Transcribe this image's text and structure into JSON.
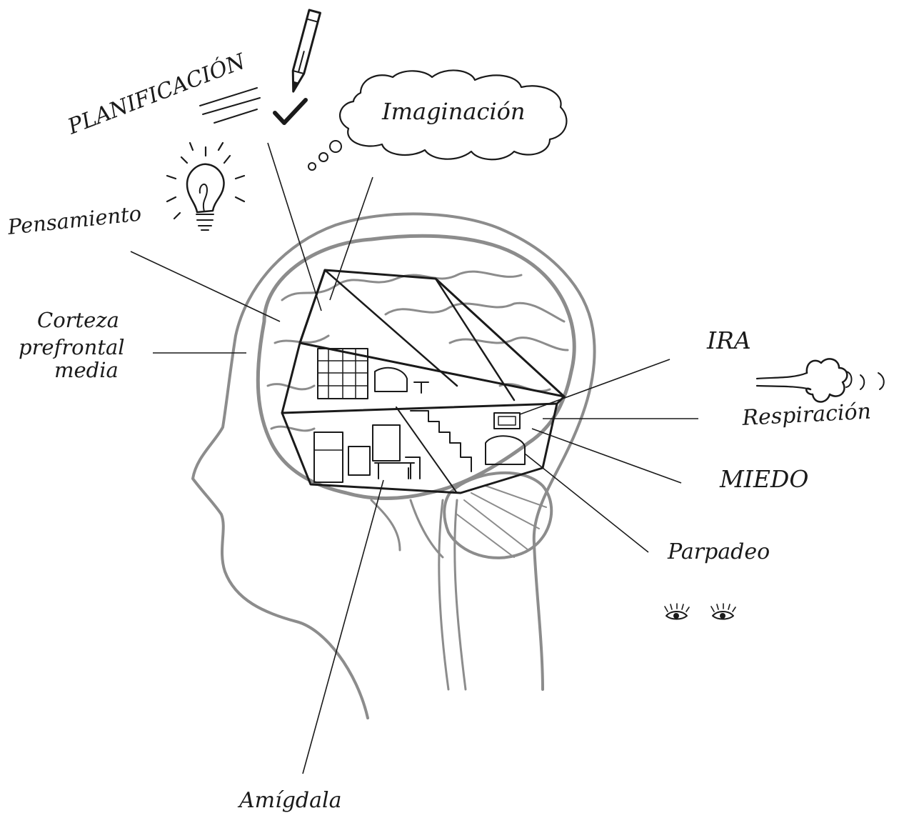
{
  "labels": {
    "planificacion": "PLANIFICACIÓN",
    "imaginacion": "Imaginación",
    "pensamiento": "Pensamiento",
    "corteza_line1": "Corteza",
    "corteza_line2": "prefrontal",
    "corteza_line3": "media",
    "ira": "IRA",
    "respiracion": "Respiración",
    "miedo": "MIEDO",
    "parpadeo": "Parpadeo",
    "amigdala": "Amígdala"
  },
  "icons": [
    "pencil-icon",
    "checkmark-icon",
    "thought-cloud-icon",
    "lightbulb-icon",
    "breath-puff-icon",
    "eyes-icon"
  ],
  "colors": {
    "ink": "#1a1a1a",
    "sketch_grey": "#8c8c8c",
    "background": "#ffffff"
  }
}
